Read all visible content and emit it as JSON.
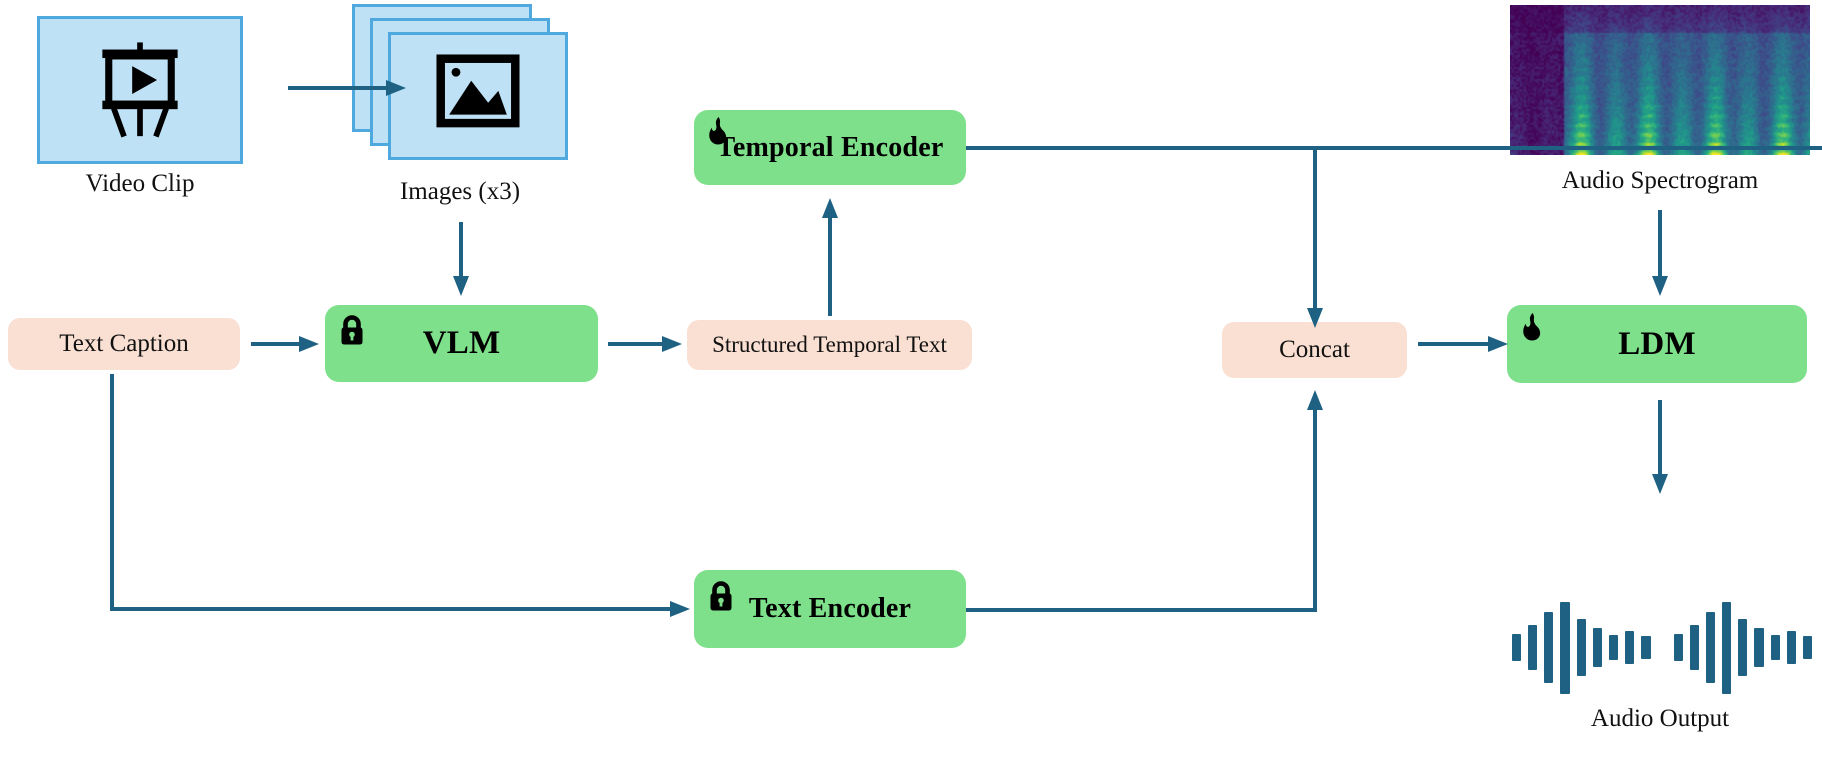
{
  "diagram": {
    "title": "Video-to-Audio generation pipeline",
    "colors": {
      "green_block": "#7EE08A",
      "peach_block": "#FAE0D2",
      "arrow": "#1F6183",
      "media_fill": "#BEE1F6",
      "media_border": "#4FA9DF",
      "badge": "#000000",
      "background": "#FFFFFF"
    }
  },
  "nodes": {
    "video_clip": {
      "label": "Video Clip",
      "icon": "video-presentation-icon"
    },
    "images": {
      "label": "Images (x3)",
      "icon": "picture-icon",
      "count": 3
    },
    "text_caption": {
      "label": "Text Caption"
    },
    "vlm": {
      "label": "VLM",
      "badge": "lock-icon",
      "state": "frozen"
    },
    "structured_temporal_text": {
      "label": "Structured Temporal Text"
    },
    "temporal_encoder": {
      "label": "Temporal Encoder",
      "badge": "flame-icon",
      "state": "trainable"
    },
    "text_encoder": {
      "label": "Text Encoder",
      "badge": "lock-icon",
      "state": "frozen"
    },
    "concat": {
      "label": "Concat"
    },
    "ldm": {
      "label": "LDM",
      "badge": "flame-icon",
      "state": "trainable"
    },
    "audio_spectrogram": {
      "label": "Audio Spectrogram"
    },
    "audio_output": {
      "label": "Audio Output"
    }
  },
  "edges": [
    {
      "from": "video_clip",
      "to": "images"
    },
    {
      "from": "images",
      "to": "vlm"
    },
    {
      "from": "text_caption",
      "to": "vlm"
    },
    {
      "from": "vlm",
      "to": "structured_temporal_text"
    },
    {
      "from": "structured_temporal_text",
      "to": "temporal_encoder"
    },
    {
      "from": "temporal_encoder",
      "to": "concat"
    },
    {
      "from": "text_caption",
      "to": "text_encoder"
    },
    {
      "from": "text_encoder",
      "to": "concat"
    },
    {
      "from": "concat",
      "to": "ldm"
    },
    {
      "from": "audio_spectrogram",
      "to": "ldm"
    },
    {
      "from": "ldm",
      "to": "audio_output"
    }
  ],
  "waveform": {
    "values": [
      0.3,
      0.48,
      0.78,
      1.0,
      0.62,
      0.42,
      0.28,
      0.36,
      0.26,
      0.3,
      0.48,
      0.78,
      1.0,
      0.62,
      0.42,
      0.28,
      0.36,
      0.26
    ],
    "color": "#1F6183"
  }
}
